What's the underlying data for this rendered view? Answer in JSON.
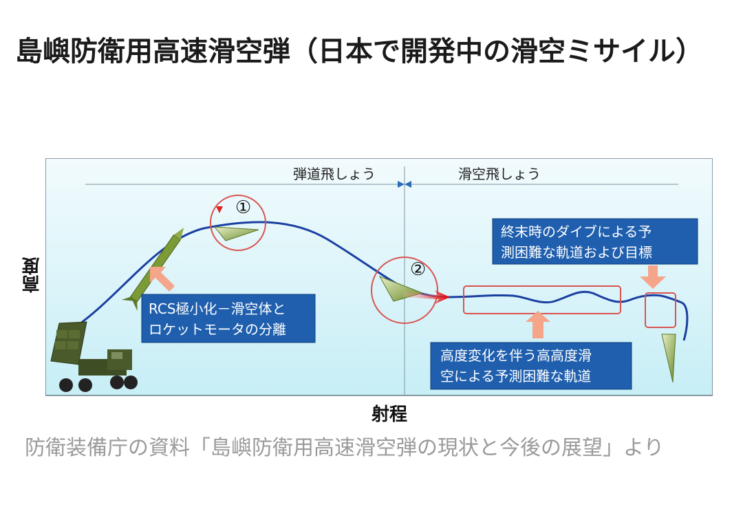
{
  "article": {
    "title": "島嶼防衛用高速滑空弾（日本で開発中の滑空ミサイル）",
    "caption": "防衛装備庁の資料「島嶼防衛用高速滑空弾の現状と今後の展望」より"
  },
  "diagram": {
    "phase_ballistic": "弾道飛しょう",
    "phase_glide": "滑空飛しょう",
    "marker_1": "①",
    "marker_2": "②",
    "box_rcs_line1": "RCS極小化－滑空体と",
    "box_rcs_line2": "ロケットモータの分離",
    "box_terminal_line1": "終末時のダイブによる予",
    "box_terminal_line2": "測困難な軌道および目標",
    "box_altitude_line1": "高度変化を伴う高高度滑",
    "box_altitude_line2": "空による予測困難な軌道",
    "axis_x": "射程",
    "axis_y": "高度",
    "colors": {
      "background": "#dff6fa",
      "label_box": "#1f5fae",
      "trajectory": "#1a3fa0",
      "arrow": "#f4a58a",
      "highlight": "#d9534f"
    }
  }
}
